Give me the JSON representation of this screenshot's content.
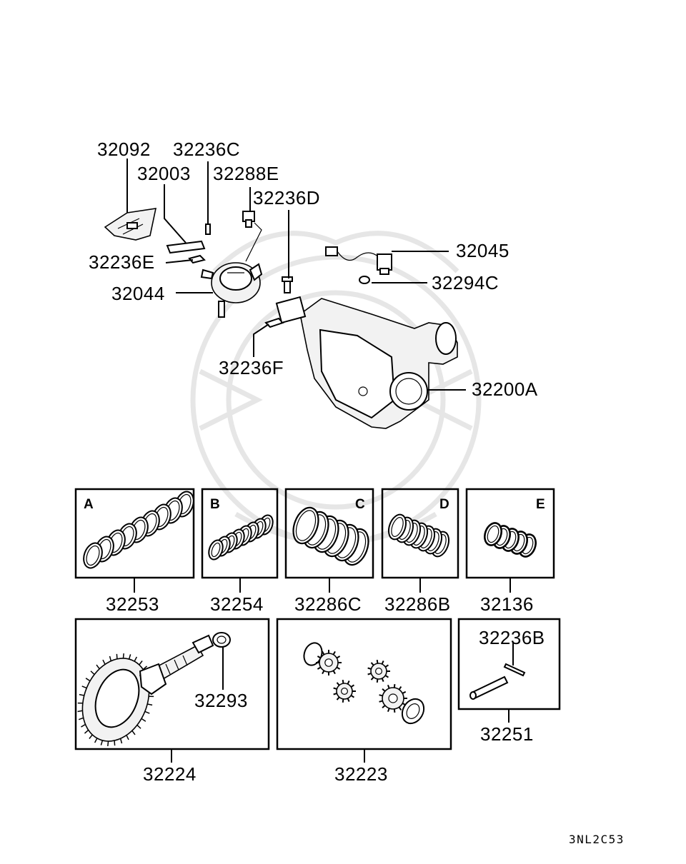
{
  "diagram": {
    "code": "3NL2C53",
    "labels": {
      "p32092": "32092",
      "p32236C": "32236C",
      "p32003": "32003",
      "p32288E": "32288E",
      "p32236D": "32236D",
      "p32045": "32045",
      "p32294C": "32294C",
      "p32236E": "32236E",
      "p32044": "32044",
      "p32236F": "32236F",
      "p32200A": "32200A",
      "p32253": "32253",
      "p32254": "32254",
      "p32286C": "32286C",
      "p32286B": "32286B",
      "p32136": "32136",
      "p32293": "32293",
      "p32224": "32224",
      "p32223": "32223",
      "p32236B": "32236B",
      "p32251": "32251"
    },
    "box_letters": {
      "A": "A",
      "B": "B",
      "C": "C",
      "D": "D",
      "E": "E"
    }
  }
}
